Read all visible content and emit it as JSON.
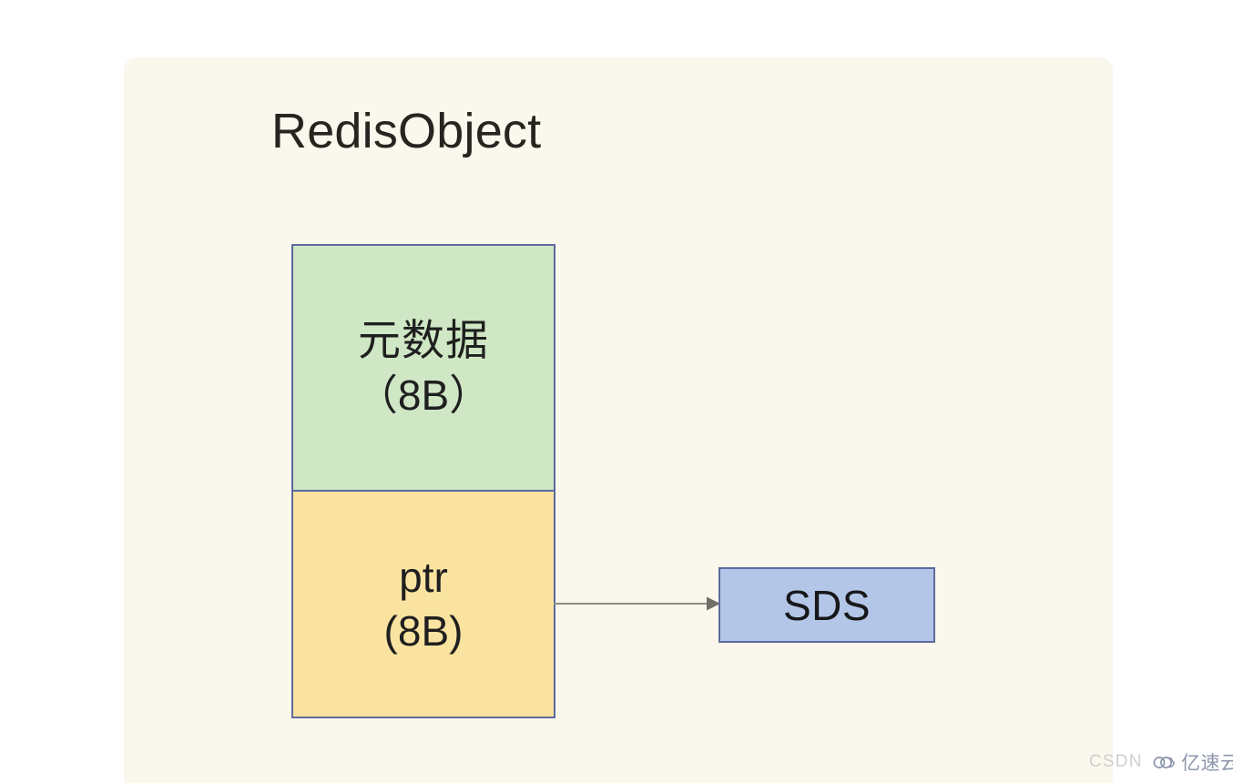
{
  "canvas": {
    "background": "#ffffff",
    "card_background": "#faf7ec"
  },
  "diagram": {
    "title": "RedisObject",
    "type": "structure-pointer-diagram",
    "palette": {
      "border": "#5d6a9e",
      "metadata_fill": "#cfe7c4",
      "pointer_fill": "#fae3a0",
      "target_fill": "#b3c6e7",
      "arrow": "#8c8c84",
      "text": "#1f1f1f"
    },
    "struct_cells": [
      {
        "id": "metadata",
        "line1": "元数据",
        "line2": "（8B）",
        "fill": "#cfe7c4",
        "size_bytes": 8
      },
      {
        "id": "pointer",
        "line1": "ptr",
        "line2": "(8B)",
        "fill": "#fae3a0",
        "size_bytes": 8
      }
    ],
    "arrow": {
      "from": "pointer",
      "to": "sds",
      "style": "solid-line-filled-arrowhead"
    },
    "target": {
      "id": "sds",
      "label": "SDS",
      "fill": "#b3c6e7"
    }
  },
  "watermarks": {
    "csdn": "CSDN",
    "brand": "亿速云",
    "brand_icon": "cloud-logo-icon"
  }
}
